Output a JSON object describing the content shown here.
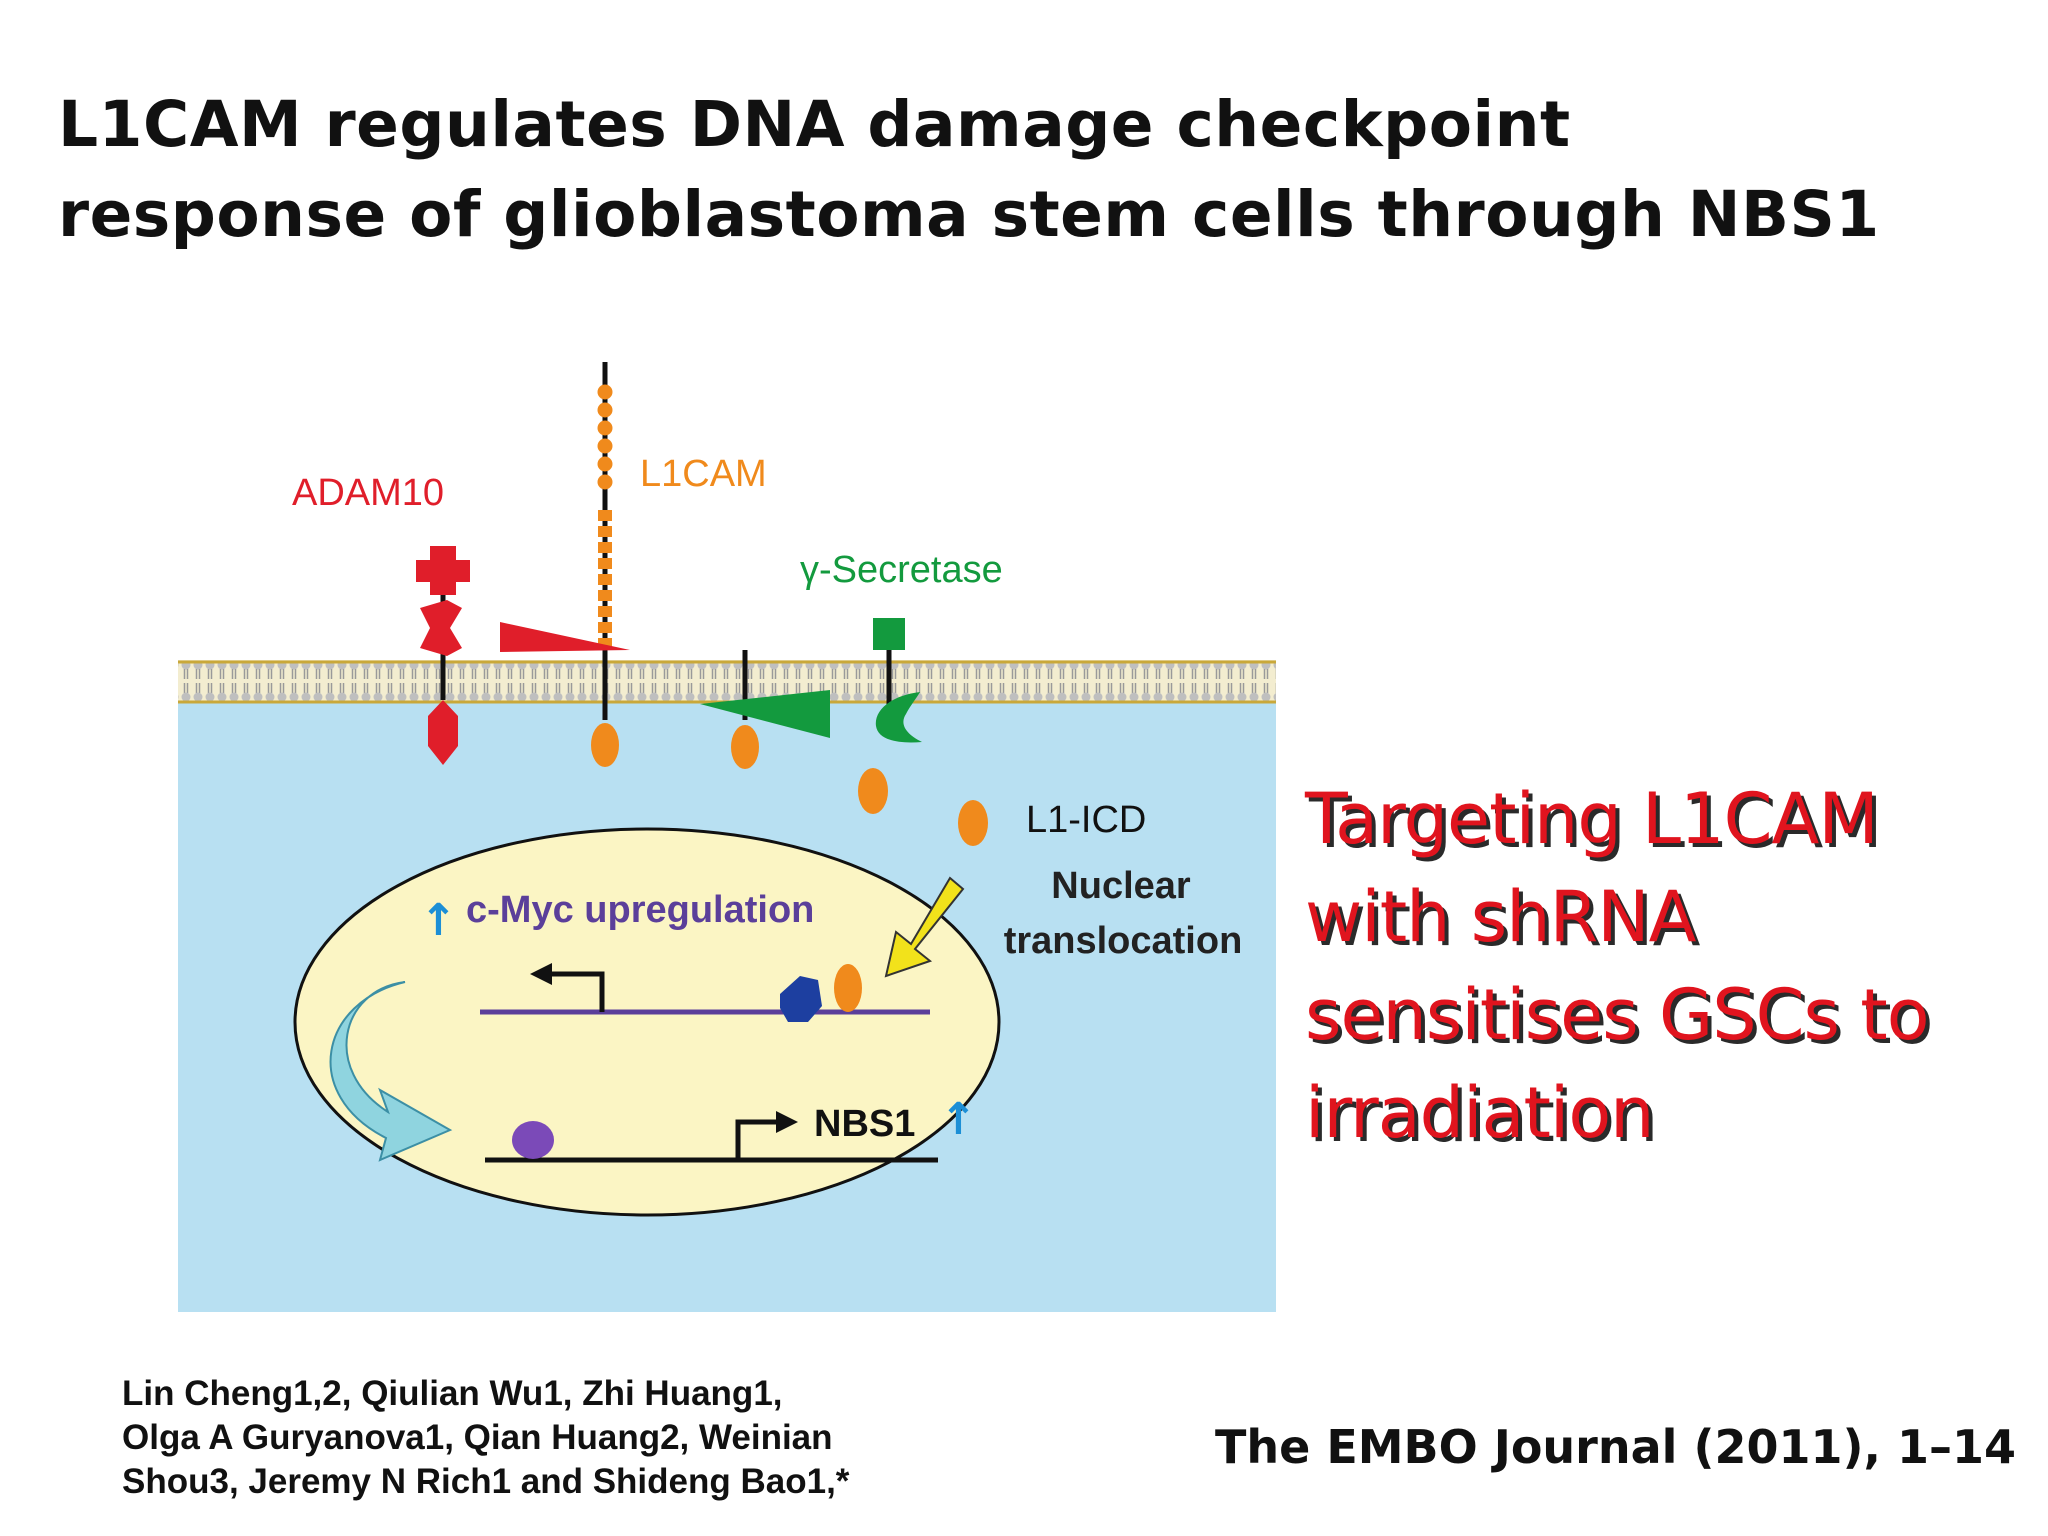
{
  "title": {
    "line1": "L1CAM regulates DNA damage checkpoint",
    "line2": "response of glioblastoma stem cells through NBS1"
  },
  "diagram": {
    "labels": {
      "adam10": "ADAM10",
      "l1cam": "L1CAM",
      "gamma_secretase": "γ-Secretase",
      "l1_icd": "L1-ICD",
      "nuclear": "Nuclear",
      "translocation": "translocation",
      "cmyc": "c-Myc upregulation",
      "nbs1": "NBS1"
    },
    "colors": {
      "cytoplasm": "#b8e0f2",
      "nucleus": "#fbf5c4",
      "adam10": "#e01e2a",
      "l1cam": "#f08a1c",
      "secretase": "#139a3e",
      "cmyc_text": "#5b3f9a",
      "arrow_up": "#1c8fd6"
    }
  },
  "callout": {
    "line1": "Targeting L1CAM",
    "line2": "with shRNA",
    "line3": "sensitises GSCs to",
    "line4": "irradiation"
  },
  "citation": {
    "authors": [
      "Lin Cheng1,2, Qiulian Wu1, Zhi Huang1,",
      "Olga A Guryanova1, Qian Huang2, Weinian",
      "Shou3, Jeremy N Rich1 and Shideng Bao1,*"
    ],
    "journal": "The EMBO Journal (2011), 1–14"
  }
}
